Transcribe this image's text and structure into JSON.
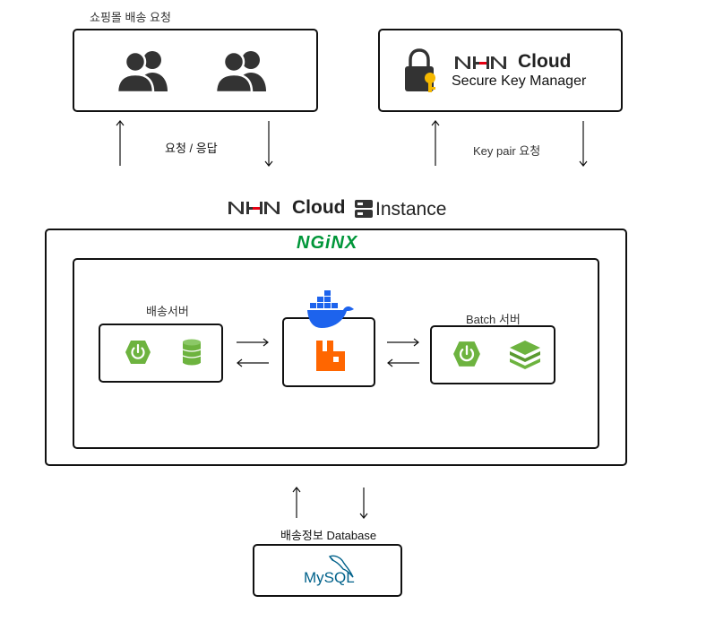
{
  "shopping_group": {
    "label": "쇼핑몰 배송 요청"
  },
  "request_response_label": "요청 / 응답",
  "skm": {
    "brand": "Cloud",
    "product": "Secure Key Manager"
  },
  "keypair_label": "Key pair 요청",
  "instance_header": {
    "brand": "Cloud",
    "label": "Instance"
  },
  "nginx": {
    "label": "NGiNX"
  },
  "delivery_server": {
    "label": "배송서버"
  },
  "batch_server": {
    "label": "Batch 서버"
  },
  "database": {
    "label": "배송정보 Database",
    "product": "MySQL"
  },
  "colors": {
    "spring_green": "#6db33f",
    "docker_blue": "#1d63ed",
    "rabbitmq_orange": "#ff6600",
    "nginx_green": "#009639",
    "nhn_red": "#e60012",
    "key_yellow": "#f5b800",
    "mysql_blue": "#00618a"
  }
}
